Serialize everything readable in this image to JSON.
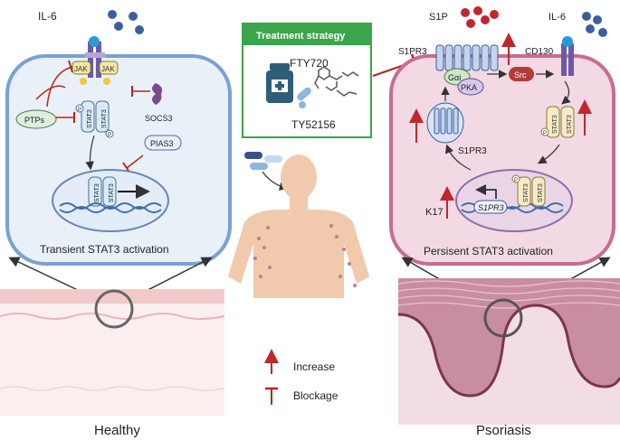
{
  "left": {
    "ligand": "IL-6",
    "jak_left": "JAK",
    "jak_right": "JAK",
    "ptps": "PTPs",
    "socs3": "SOCS3",
    "pias3": "PIAS3",
    "stat3": "STAT3",
    "p": "P",
    "caption": "Transient STAT3 activation",
    "tissue": "Healthy"
  },
  "center": {
    "strategy_title": "Treatment strategy",
    "drug1": "FTY720",
    "drug2": "TY52156",
    "legend_increase": "Increase",
    "legend_blockage": "Blockage"
  },
  "right": {
    "s1p": "S1P",
    "il6": "IL-6",
    "s1pr3_top": "S1PR3",
    "cd130": "CD130",
    "gai": "Gαi",
    "pka": "PKA",
    "src": "Src",
    "s1pr3_vesicle": "S1PR3",
    "k17": "K17",
    "gene": "S1PR3",
    "stat3": "STAT3",
    "p": "P",
    "caption": "Persisent STAT3 activation",
    "tissue": "Psoriasis"
  },
  "colors": {
    "blockage_red": "#b5261e",
    "increase_red": "#c0272d",
    "healthy_cell_border": "#7aa0d6",
    "psoriasis_cell_border": "#c76b95",
    "strategy_green": "#3aa54a"
  }
}
